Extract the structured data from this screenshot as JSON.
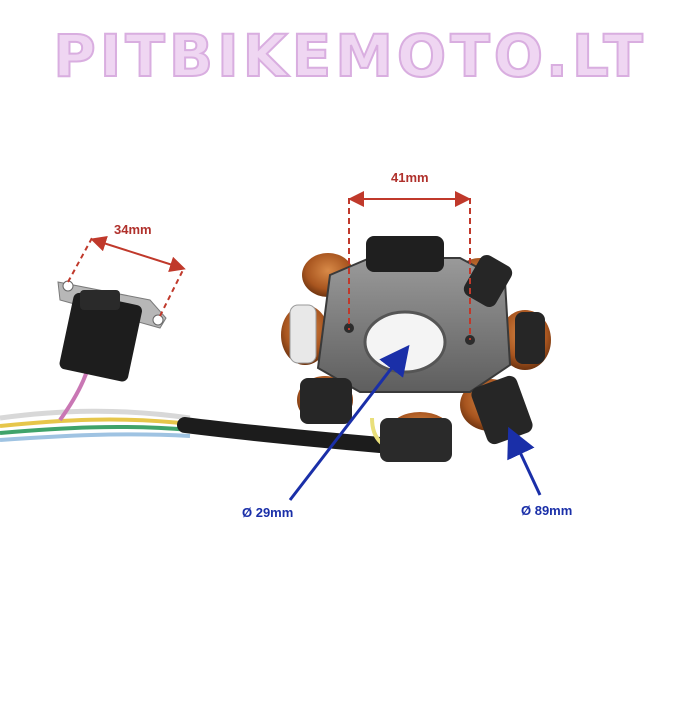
{
  "watermark": {
    "text": "PITBIKEMOTO.LT",
    "color": "#efd6f2",
    "outline": "#d9aee0"
  },
  "dimensions": {
    "bolt_spacing": "41mm",
    "pickup_width": "34mm",
    "inner_diameter": "Ø 29mm",
    "outer_diameter": "Ø 89mm"
  },
  "colors": {
    "dimension_red": "#c0392b",
    "dimension_blue": "#1a2fa8",
    "copper": "#b5622a",
    "core": "#7d7d7d"
  }
}
